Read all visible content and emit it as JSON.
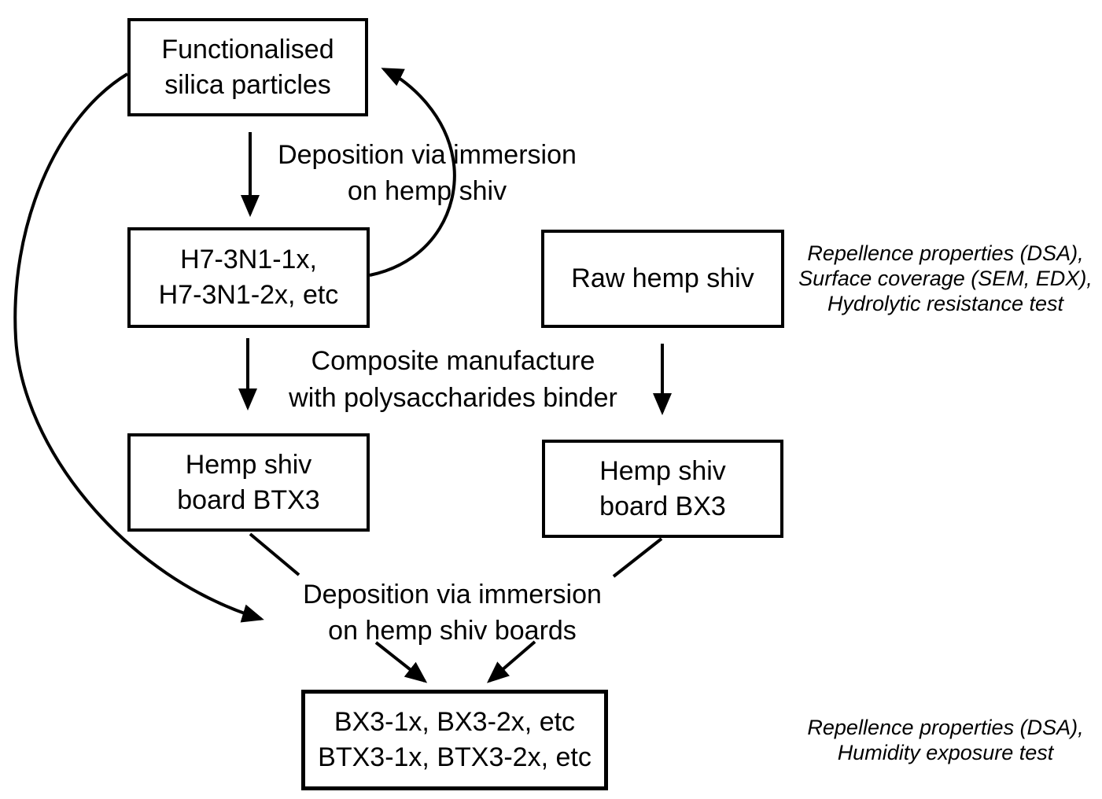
{
  "diagram": {
    "boxes": {
      "silica": {
        "lines": [
          "Functionalised",
          "silica particles"
        ]
      },
      "h7": {
        "lines": [
          "H7-3N1-1x,",
          "H7-3N1-2x, etc"
        ]
      },
      "raw": {
        "lines": [
          "Raw hemp shiv"
        ]
      },
      "btx3": {
        "lines": [
          "Hemp shiv",
          "board BTX3"
        ]
      },
      "bx3": {
        "lines": [
          "Hemp shiv",
          "board BX3"
        ]
      },
      "final": {
        "lines": [
          "BX3-1x, BX3-2x, etc",
          "BTX3-1x, BTX3-2x, etc"
        ]
      }
    },
    "edge_labels": {
      "immersion_shiv": {
        "lines": [
          "Deposition via immersion",
          "on hemp shiv"
        ]
      },
      "composite": {
        "lines": [
          "Composite manufacture",
          "with polysaccharides binder"
        ]
      },
      "immersion_boards": {
        "lines": [
          "Deposition via immersion",
          "on hemp shiv boards"
        ]
      }
    },
    "annotations": {
      "tests_top": {
        "lines": [
          "Repellence properties (DSA),",
          "Surface coverage (SEM, EDX),",
          "Hydrolytic resistance test"
        ]
      },
      "tests_bottom": {
        "lines": [
          "Repellence properties (DSA),",
          "Humidity exposure test"
        ]
      }
    },
    "colors": {
      "stroke": "#000000",
      "background": "#ffffff",
      "text": "#000000"
    }
  }
}
